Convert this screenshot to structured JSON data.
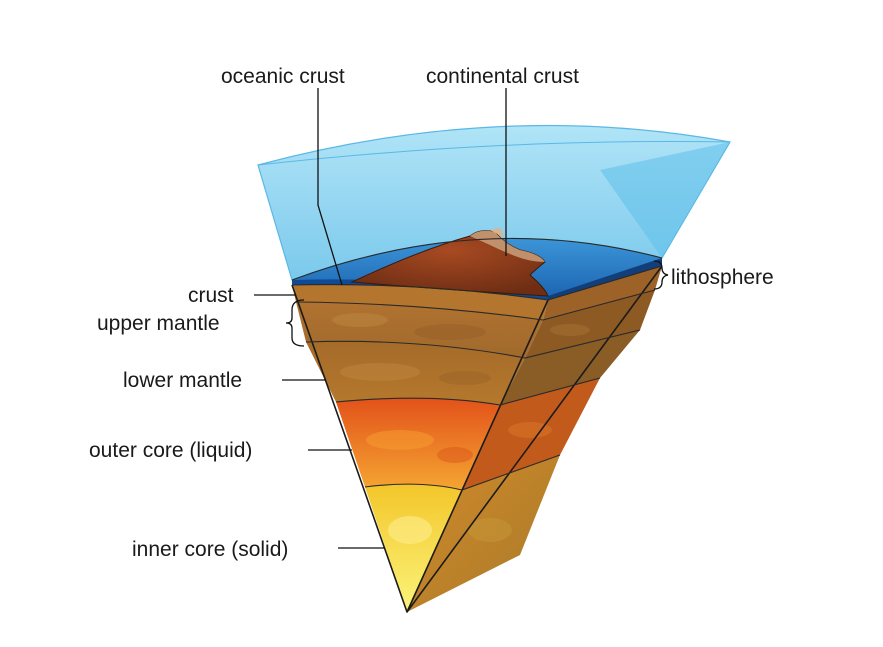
{
  "labels": {
    "oceanic_crust": "oceanic crust",
    "continental_crust": "continental crust",
    "lithosphere": "lithosphere",
    "crust": "crust",
    "upper_mantle": "upper mantle",
    "lower_mantle": "lower mantle",
    "outer_core": "outer core (liquid)",
    "inner_core": "inner core (solid)"
  },
  "colors": {
    "atmosphere": "#8fd3ef",
    "ocean": "#2b7fc9",
    "ocean_deep": "#0f4a94",
    "continent": "#8a3a1c",
    "crust": "#b06a2a",
    "upper_mantle": "#a9702e",
    "lower_mantle": "#9c6a2a",
    "outer_core": "#ec6a1c",
    "inner_core": "#f6df3c"
  }
}
